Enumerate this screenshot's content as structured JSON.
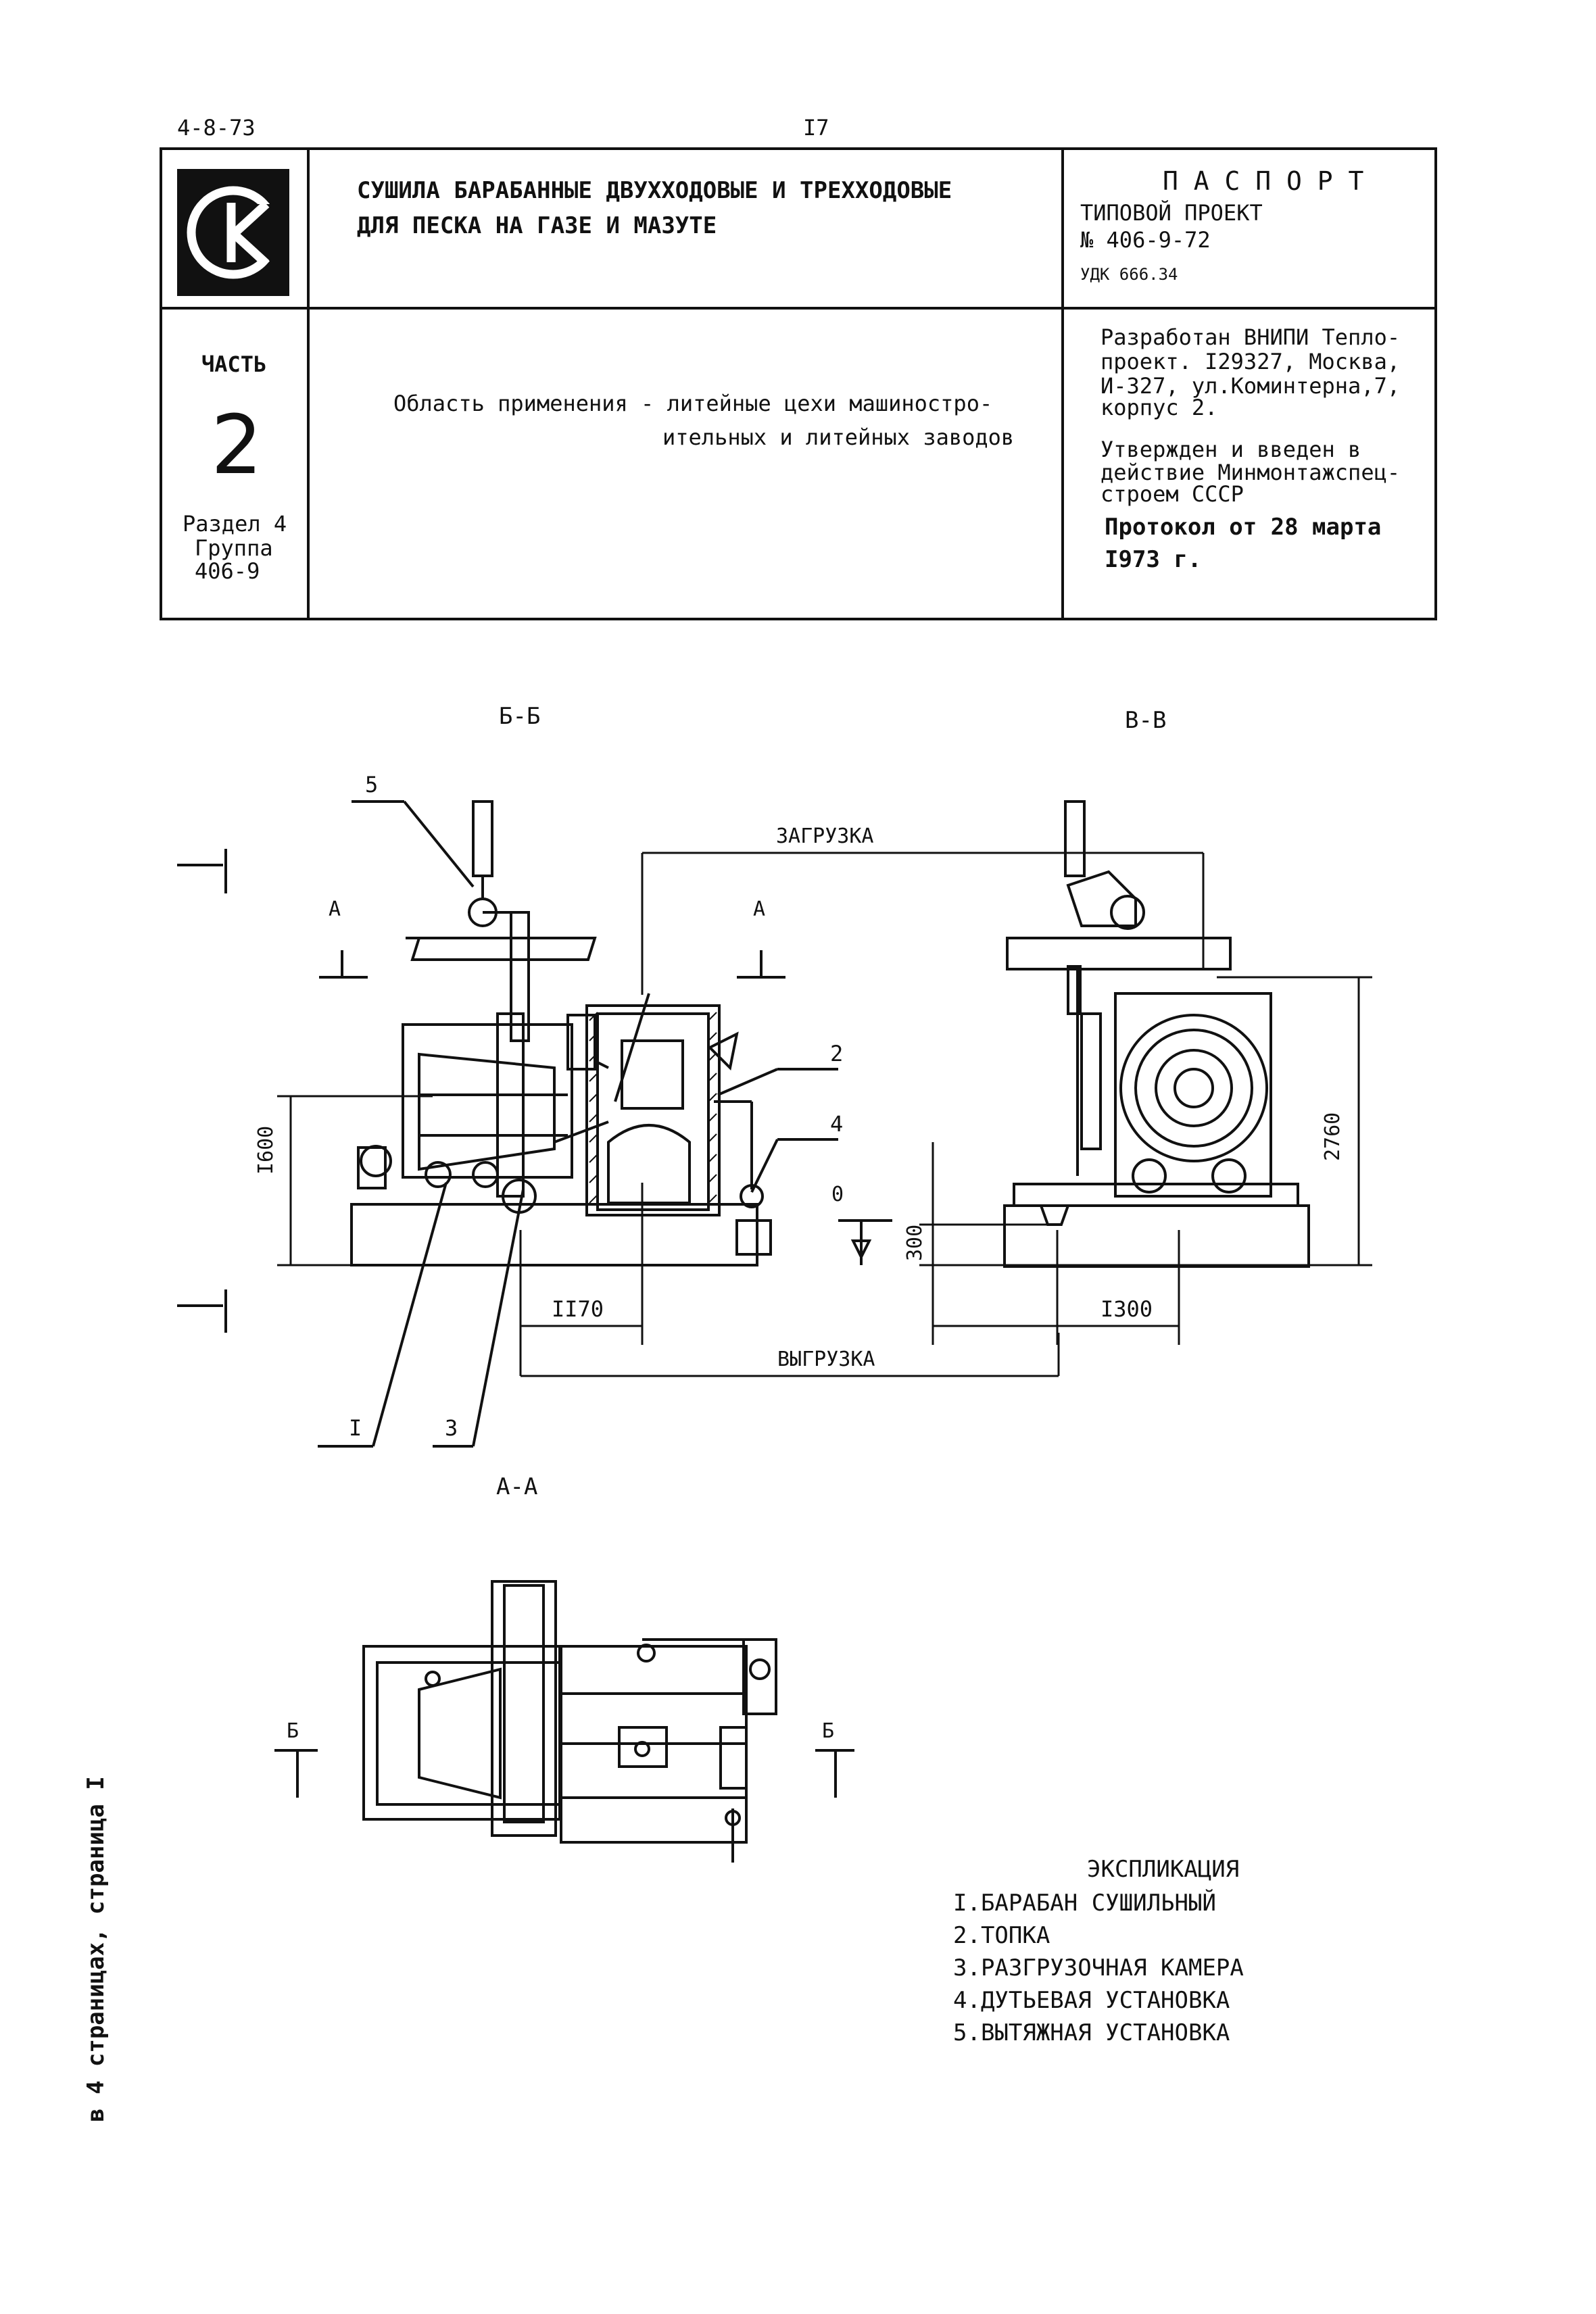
{
  "header": {
    "code": "4-8-73",
    "page_number": "I7"
  },
  "title_block": {
    "logo_icon": "ck-logo-icon",
    "title_line1": "СУШИЛА БАРАБАННЫЕ ДВУХХОДОВЫЕ И ТРЕХХОДОВЫЕ",
    "title_line2": "ДЛЯ ПЕСКА НА ГАЗЕ И МАЗУТЕ",
    "passport": "П А С П О Р Т",
    "project_type": "ТИПОВОЙ ПРОЕКТ",
    "project_number": "№ 406-9-72",
    "udk": "УДК 666.34",
    "part_label": "ЧАСТЬ",
    "part_number": "2",
    "section": "Раздел 4",
    "group": "Группа",
    "group_number": "406-9",
    "scope_line1": "Область применения - литейные цехи машиностро-",
    "scope_line2": "ительных и литейных заводов",
    "developer_line1": "Разработан ВНИПИ Тепло-",
    "developer_line2": "проект. I29327, Москва,",
    "developer_line3": "И-327, ул.Коминтерна,7,",
    "developer_line4": "корпус 2.",
    "approved_line1": "Утвержден и введен в",
    "approved_line2": "действие Минмонтажспец-",
    "approved_line3": "строем СССР",
    "protocol_line1": "Протокол от 28 марта",
    "protocol_line2": "I973 г."
  },
  "drawing": {
    "section_bb": "Б-Б",
    "section_vv": "В-В",
    "section_aa": "А-А",
    "label_a": "А",
    "label_b": "Б",
    "loading": "ЗАГРУЗКА",
    "unloading": "ВЫГРУЗКА",
    "dim_1600": "I600",
    "dim_300": "300",
    "dim_2760": "2760",
    "dim_1170": "II70",
    "dim_1300": "I300",
    "level_zero": "0",
    "callout_1": "I",
    "callout_2": "2",
    "callout_3": "3",
    "callout_4": "4",
    "callout_5": "5"
  },
  "legend": {
    "title": "ЭКСПЛИКАЦИЯ",
    "items": [
      "I.БАРАБАН СУШИЛЬНЫЙ",
      "2.ТОПКА",
      "3.РАЗГРУЗОЧНАЯ КАМЕРА",
      "4.ДУТЬЕВАЯ УСТАНОВКА",
      "5.ВЫТЯЖНАЯ УСТАНОВКА"
    ]
  },
  "margin_note": "в 4 страницах, страница I"
}
